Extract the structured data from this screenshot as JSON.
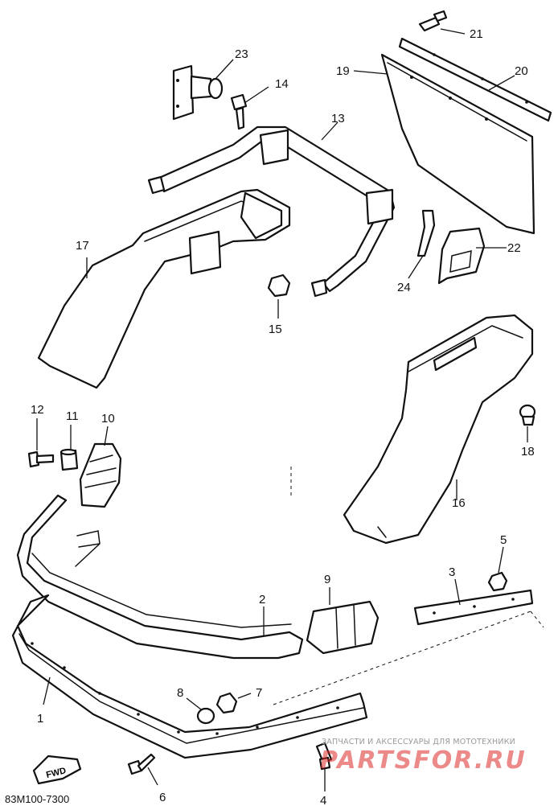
{
  "callouts": [
    {
      "id": "1",
      "label": "1"
    },
    {
      "id": "2",
      "label": "2"
    },
    {
      "id": "3",
      "label": "3"
    },
    {
      "id": "4",
      "label": "4"
    },
    {
      "id": "5",
      "label": "5"
    },
    {
      "id": "6",
      "label": "6"
    },
    {
      "id": "7",
      "label": "7"
    },
    {
      "id": "8",
      "label": "8"
    },
    {
      "id": "9",
      "label": "9"
    },
    {
      "id": "10",
      "label": "10"
    },
    {
      "id": "11",
      "label": "11"
    },
    {
      "id": "12",
      "label": "12"
    },
    {
      "id": "13",
      "label": "13"
    },
    {
      "id": "14",
      "label": "14"
    },
    {
      "id": "15",
      "label": "15"
    },
    {
      "id": "16",
      "label": "16"
    },
    {
      "id": "17",
      "label": "17"
    },
    {
      "id": "18",
      "label": "18"
    },
    {
      "id": "19",
      "label": "19"
    },
    {
      "id": "20",
      "label": "20"
    },
    {
      "id": "21",
      "label": "21"
    },
    {
      "id": "22",
      "label": "22"
    },
    {
      "id": "23",
      "label": "23"
    },
    {
      "id": "24",
      "label": "24"
    }
  ],
  "fwd_label": "FWD",
  "diagram_code": "83M100-7300",
  "watermark": {
    "text": "ЗАПЧАСТИ И АКСЕССУАРЫ ДЛЯ МОТОТЕХНИКИ",
    "logo": "PARTSFOR.RU"
  }
}
